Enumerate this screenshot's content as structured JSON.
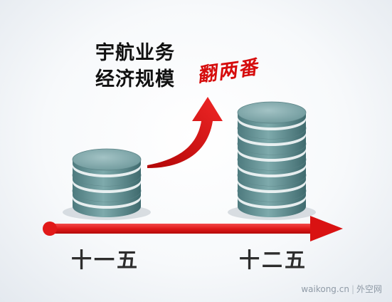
{
  "headline": {
    "line1": "宇航业务",
    "line2": "经济规模"
  },
  "highlight": "翻两番",
  "periods": {
    "first": "十一五",
    "second": "十二五"
  },
  "watermark": {
    "domain": "waikong.cn",
    "separator": "|",
    "site": "外空网"
  },
  "colors": {
    "accent_red": "#d60d0d",
    "coin_teal": "#5f8f93",
    "timeline_red": "#e11919"
  },
  "coin_stacks": {
    "first_period_layers": 3,
    "second_period_layers": 6
  }
}
